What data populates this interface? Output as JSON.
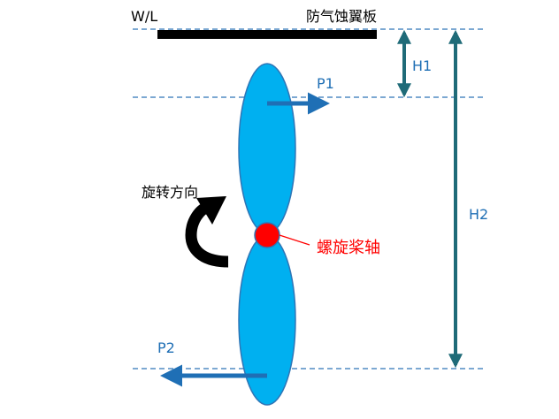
{
  "labels": {
    "water_line": "W/L",
    "anti_erosion_plate": "防气蚀翼板",
    "p1": "P1",
    "p2": "P2",
    "h1": "H1",
    "h2": "H2",
    "rotation_direction": "旋转方向",
    "propeller_shaft": "螺旋桨轴"
  },
  "colors": {
    "guide_line": "#2e75b6",
    "blade_fill": "#00b0f0",
    "blade_stroke": "#2e75b6",
    "arrow": "#1f6fb5",
    "dimension_arrow": "#1f6b78",
    "plate": "#000000",
    "hub": "#ff0000",
    "hub_label": "#ff0000",
    "text": "#000000"
  }
}
